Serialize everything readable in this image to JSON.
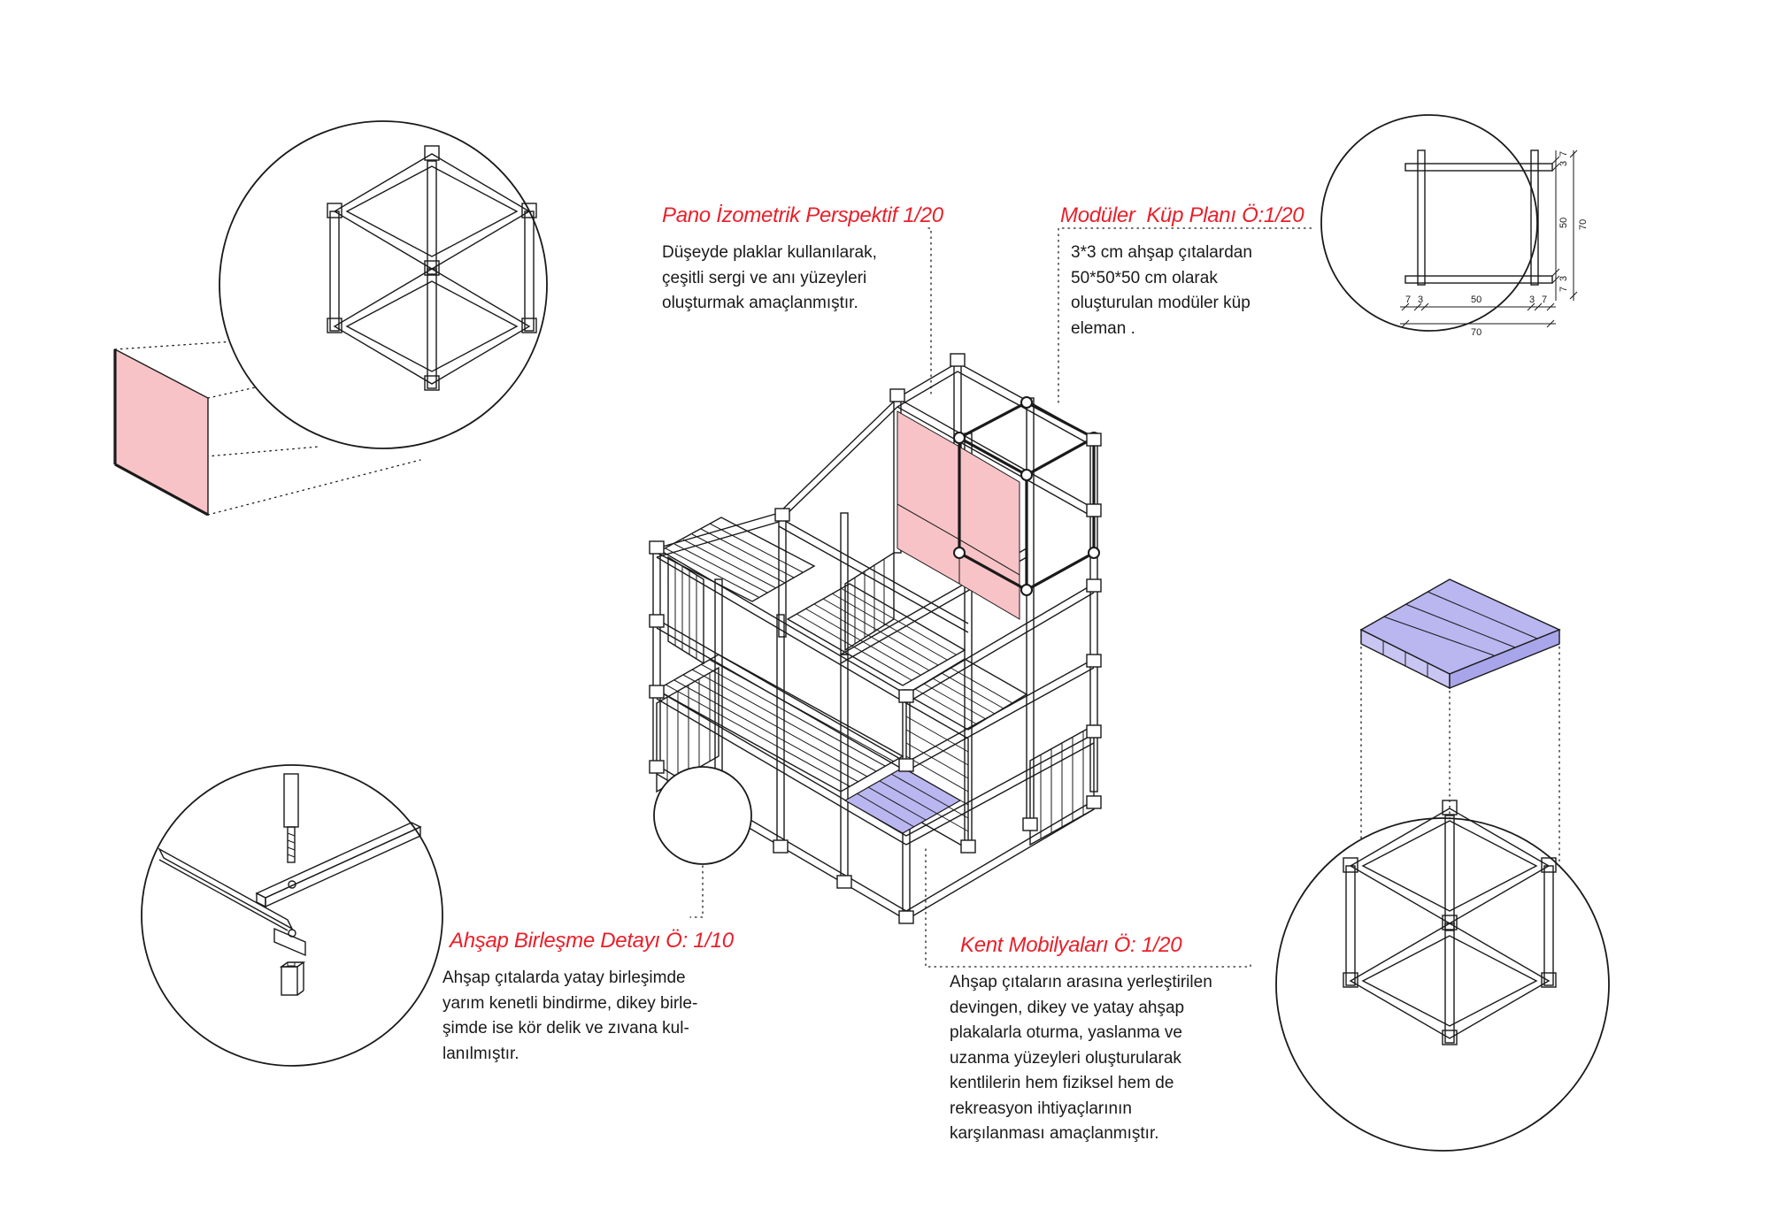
{
  "colors": {
    "accent_text": "#e8202a",
    "panel_pink": "#f7c3c7",
    "seat_violet": "#b9b6f0",
    "line": "#1a1a1a"
  },
  "captions": {
    "pano": {
      "title": "Pano İzometrik Perspektif 1/20",
      "lines": [
        "Düşeyde plaklar kullanılarak,",
        "çeşitli sergi ve anı yüzeyleri",
        "oluşturmak amaçlanmıştır."
      ]
    },
    "moduler": {
      "title": "Modüler  Küp Planı Ö:1/20",
      "lines": [
        "3*3 cm ahşap çıtalardan",
        "50*50*50 cm olarak",
        "oluşturulan modüler küp",
        "eleman ."
      ]
    },
    "ahsap": {
      "title": "Ahşap Birleşme Detayı Ö: 1/10",
      "lines": [
        "Ahşap çıtalarda yatay birleşimde",
        "yarım kenetli bindirme, dikey birle-",
        "şimde ise kör delik ve zıvana kul-",
        "lanılmıştır."
      ]
    },
    "kent": {
      "title": "Kent Mobilyaları Ö: 1/20",
      "lines": [
        "Ahşap çıtaların arasına yerleştirilen",
        "devingen, dikey ve yatay ahşap",
        "plakalarla oturma, yaslanma ve",
        "uzanma yüzeyleri oluşturularak",
        "kentlilerin hem fiziksel hem de",
        "rekreasyon ihtiyaçlarının",
        "karşılanması amaçlanmıştır."
      ]
    }
  },
  "plan_dimensions": {
    "right_small_top": [
      "3",
      "7"
    ],
    "right_mid": "50",
    "right_total": "70",
    "right_small_bottom": [
      "7",
      "3"
    ],
    "bottom_left": [
      "7",
      "3"
    ],
    "bottom_mid": "50",
    "bottom_right": [
      "3",
      "7"
    ],
    "bottom_total": "70"
  }
}
